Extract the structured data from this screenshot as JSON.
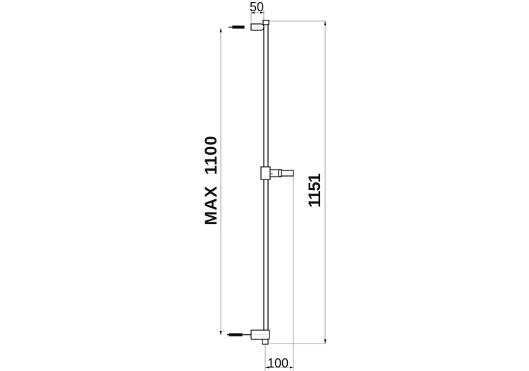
{
  "drawing": {
    "subject": "shower slide bar technical drawing",
    "dimensions": {
      "bracket_depth": "50",
      "wall_offset": "100",
      "overall_height": "1151",
      "max_fixing_distance_prefix": "MAX",
      "max_fixing_distance_value": "1100"
    },
    "colors": {
      "line": "#111111",
      "dimension_line": "#888888",
      "background": "#ffffff"
    }
  }
}
